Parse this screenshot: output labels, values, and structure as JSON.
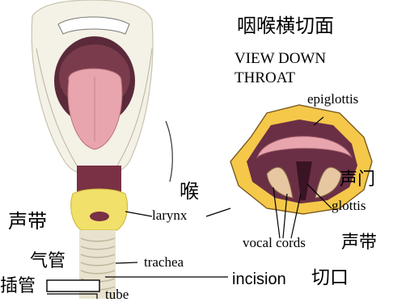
{
  "labels": {
    "title_cn": "咽喉横切面",
    "view_down": "VIEW DOWN",
    "throat": "THROAT",
    "epiglottis": "epiglottis",
    "vocal_cords_cn_right": "声门",
    "glottis": "glottis",
    "larynx_cn": "喉",
    "larynx": "larynx",
    "vocal_cords_cn_left": "声带",
    "vocal_cords": "vocal cords",
    "vocal_cords_cn_bottom": "声带",
    "trachea_cn": "气管",
    "trachea": "trachea",
    "incision": "incision",
    "incision_cn": "切口",
    "tube_cn": "插管",
    "tube": "tube"
  },
  "colors": {
    "skin": "#f2eedd",
    "tongue": "#e9a5ad",
    "mouth": "#5b2a3a",
    "cartilage": "#f1e06a",
    "trachea": "#e8e3cf",
    "ring": "#f5c84a",
    "vocal_fold": "#e6c7a1"
  }
}
